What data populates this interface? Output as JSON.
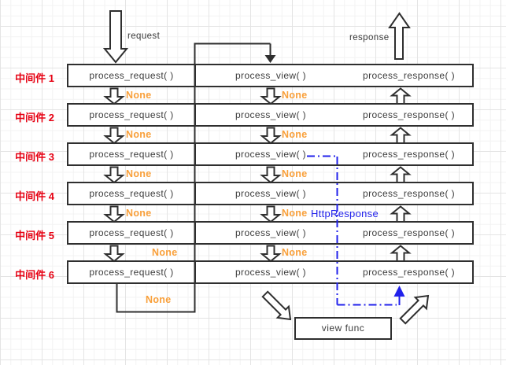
{
  "diagram": {
    "request_label": "request",
    "response_label": "response",
    "none_label": "None",
    "http_response_label": "HttpResponse",
    "view_func_label": "view func",
    "middlewares": [
      {
        "label": "中间件 1",
        "request": "process_request( )",
        "view": "process_view( )",
        "response": "process_response( )"
      },
      {
        "label": "中间件 2",
        "request": "process_request( )",
        "view": "process_view( )",
        "response": "process_response( )"
      },
      {
        "label": "中间件 3",
        "request": "process_request( )",
        "view": "process_view( )",
        "response": "process_response( )"
      },
      {
        "label": "中间件 4",
        "request": "process_request( )",
        "view": "process_view( )",
        "response": "process_response( )"
      },
      {
        "label": "中间件 5",
        "request": "process_request( )",
        "view": "process_view( )",
        "response": "process_response( )"
      },
      {
        "label": "中间件 6",
        "request": "process_request( )",
        "view": "process_view( )",
        "response": "process_response( )"
      }
    ]
  },
  "colors": {
    "line": "#2f2f2f",
    "middleware_label": "#e60012",
    "none": "#f9a03a",
    "blue_path": "#2121eb",
    "background": "#ffffff"
  }
}
